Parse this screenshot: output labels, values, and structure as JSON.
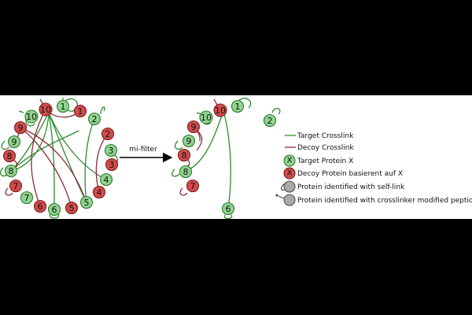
{
  "colors": {
    "target_fill": "#8fd48f",
    "target_stroke": "#2f7a2f",
    "decoy_fill": "#d24b4b",
    "decoy_stroke": "#7a1f1f",
    "target_link": "#2e8b2e",
    "decoy_link": "#8b2a3a",
    "grey_fill": "#a9a9a9"
  },
  "arrow": {
    "label": "mi-filter"
  },
  "before": {
    "proteins": [
      {
        "id": "t1",
        "label": "1",
        "kind": "target"
      },
      {
        "id": "d1",
        "label": "1",
        "kind": "decoy"
      },
      {
        "id": "t2",
        "label": "2",
        "kind": "target"
      },
      {
        "id": "d2",
        "label": "2",
        "kind": "decoy"
      },
      {
        "id": "t3",
        "label": "3",
        "kind": "target"
      },
      {
        "id": "d3",
        "label": "3",
        "kind": "decoy"
      },
      {
        "id": "t4",
        "label": "4",
        "kind": "target"
      },
      {
        "id": "d4",
        "label": "4",
        "kind": "decoy"
      },
      {
        "id": "t5",
        "label": "5",
        "kind": "target"
      },
      {
        "id": "d5",
        "label": "5",
        "kind": "decoy"
      },
      {
        "id": "t6",
        "label": "6",
        "kind": "target"
      },
      {
        "id": "d6",
        "label": "6",
        "kind": "decoy"
      },
      {
        "id": "t7",
        "label": "7",
        "kind": "target"
      },
      {
        "id": "d7",
        "label": "7",
        "kind": "decoy"
      },
      {
        "id": "t8",
        "label": "8",
        "kind": "target"
      },
      {
        "id": "d8",
        "label": "8",
        "kind": "decoy"
      },
      {
        "id": "t9",
        "label": "9",
        "kind": "target"
      },
      {
        "id": "d9",
        "label": "9",
        "kind": "decoy"
      },
      {
        "id": "t10",
        "label": "10",
        "kind": "target"
      },
      {
        "id": "d10",
        "label": "10",
        "kind": "decoy"
      }
    ]
  },
  "after": {
    "proteins": [
      {
        "id": "t1",
        "label": "1",
        "kind": "target"
      },
      {
        "id": "d10",
        "label": "10",
        "kind": "decoy"
      },
      {
        "id": "t10",
        "label": "10",
        "kind": "target"
      },
      {
        "id": "d9",
        "label": "9",
        "kind": "decoy"
      },
      {
        "id": "t9",
        "label": "9",
        "kind": "target"
      },
      {
        "id": "d8",
        "label": "8",
        "kind": "decoy"
      },
      {
        "id": "t8",
        "label": "8",
        "kind": "target"
      },
      {
        "id": "d7",
        "label": "7",
        "kind": "decoy"
      },
      {
        "id": "t6",
        "label": "6",
        "kind": "target"
      },
      {
        "id": "t2",
        "label": "2",
        "kind": "target"
      }
    ]
  },
  "legend": {
    "target_crosslink": "Target Crosslink",
    "decoy_crosslink": "Decoy Crosslink",
    "target_protein_symbol": "X",
    "target_protein": "Target Protein X",
    "decoy_protein_symbol": "X",
    "decoy_protein": "Decoy Protein basierent auf X",
    "self_link": "Protein identified with self-link",
    "modified_peptide": "Protein identified with crosslinker modified peptide"
  }
}
